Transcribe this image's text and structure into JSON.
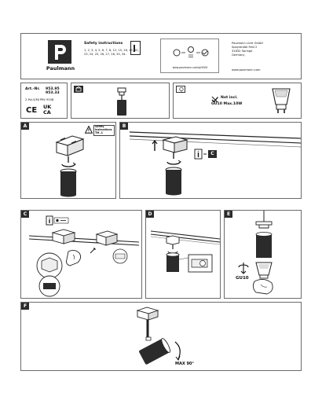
{
  "header": {
    "brand": "Paulmann",
    "safety_title": "Safety instructions",
    "safety_pages": "1, 2, 3, 4, 5, 6, 7, 8, 12, 15, 16, 19, 20, 23, 24, 25, 26, 27, 28, 33, 34.",
    "url": "www.paulmann.com/qr5000",
    "address": [
      "Paulmann Licht GmbH",
      "Spaystraße Feld 2",
      "31832 Springe",
      "Germany",
      "",
      "www.paulmann.com"
    ]
  },
  "product": {
    "art_label": "Art.-Nr.",
    "art_numbers": [
      "953.95",
      "953.33"
    ],
    "norm_text": "2-Pol-S/MJ PRV 933B",
    "marks": [
      "CE",
      "UK",
      "CA"
    ],
    "lamp_note_1": "Not incl.",
    "lamp_note_2": "GU10 Max.10W"
  },
  "steps": {
    "a_label": "A",
    "a_warning_1": "Safety",
    "a_warning_2": "instructions",
    "a_warning_3": "TM..1",
    "b_label": "B",
    "b_callout": "C",
    "c_label": "C",
    "d_label": "D",
    "e_label": "E",
    "e_lamp": "GU10",
    "f_label": "F",
    "f_angle": "MAX 90°"
  },
  "colors": {
    "line": "#1a1a1a",
    "frame": "#6b6b6b",
    "dark": "#2b2b2b"
  }
}
